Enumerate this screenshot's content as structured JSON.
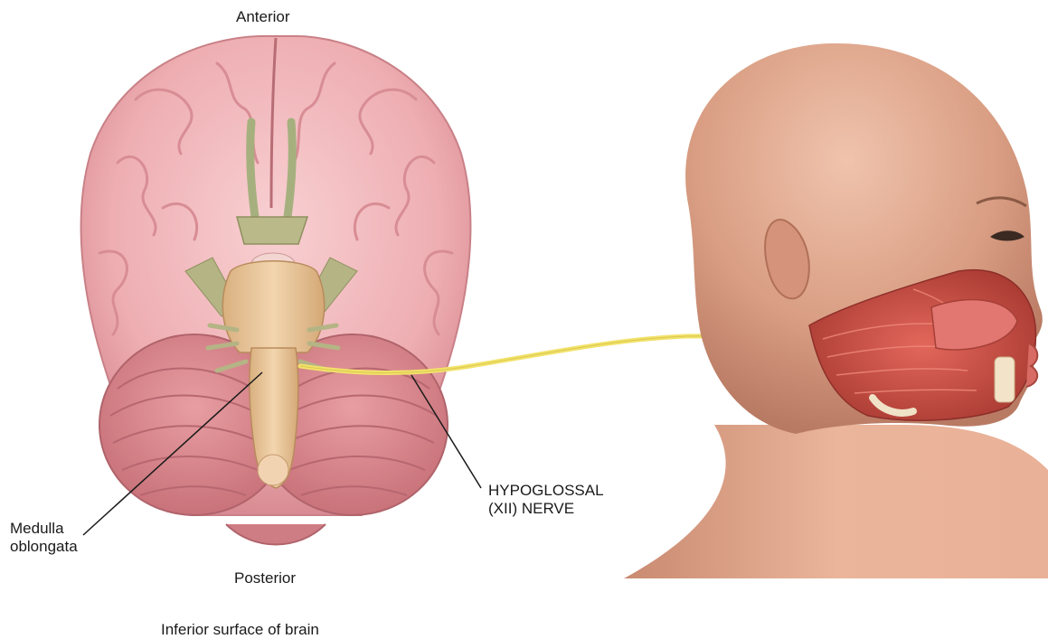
{
  "labels": {
    "anterior": "Anterior",
    "posterior": "Posterior",
    "caption": "Inferior surface of brain",
    "medulla_line1": "Medulla",
    "medulla_line2": "oblongata",
    "nerve_line1": "HYPOGLOSSAL",
    "nerve_line2": "(XII) NERVE"
  },
  "colors": {
    "brain": "#f0b3b6",
    "brain_gyri": "#d98d93",
    "cerebellum": "#d98489",
    "brainstem": "#e8c49a",
    "cranial_nerves": "#b9b98a",
    "skin": "#e2a88c",
    "muscle": "#c8463c",
    "nerve": "#f2e26a",
    "leader_line": "#1a1a1a"
  }
}
